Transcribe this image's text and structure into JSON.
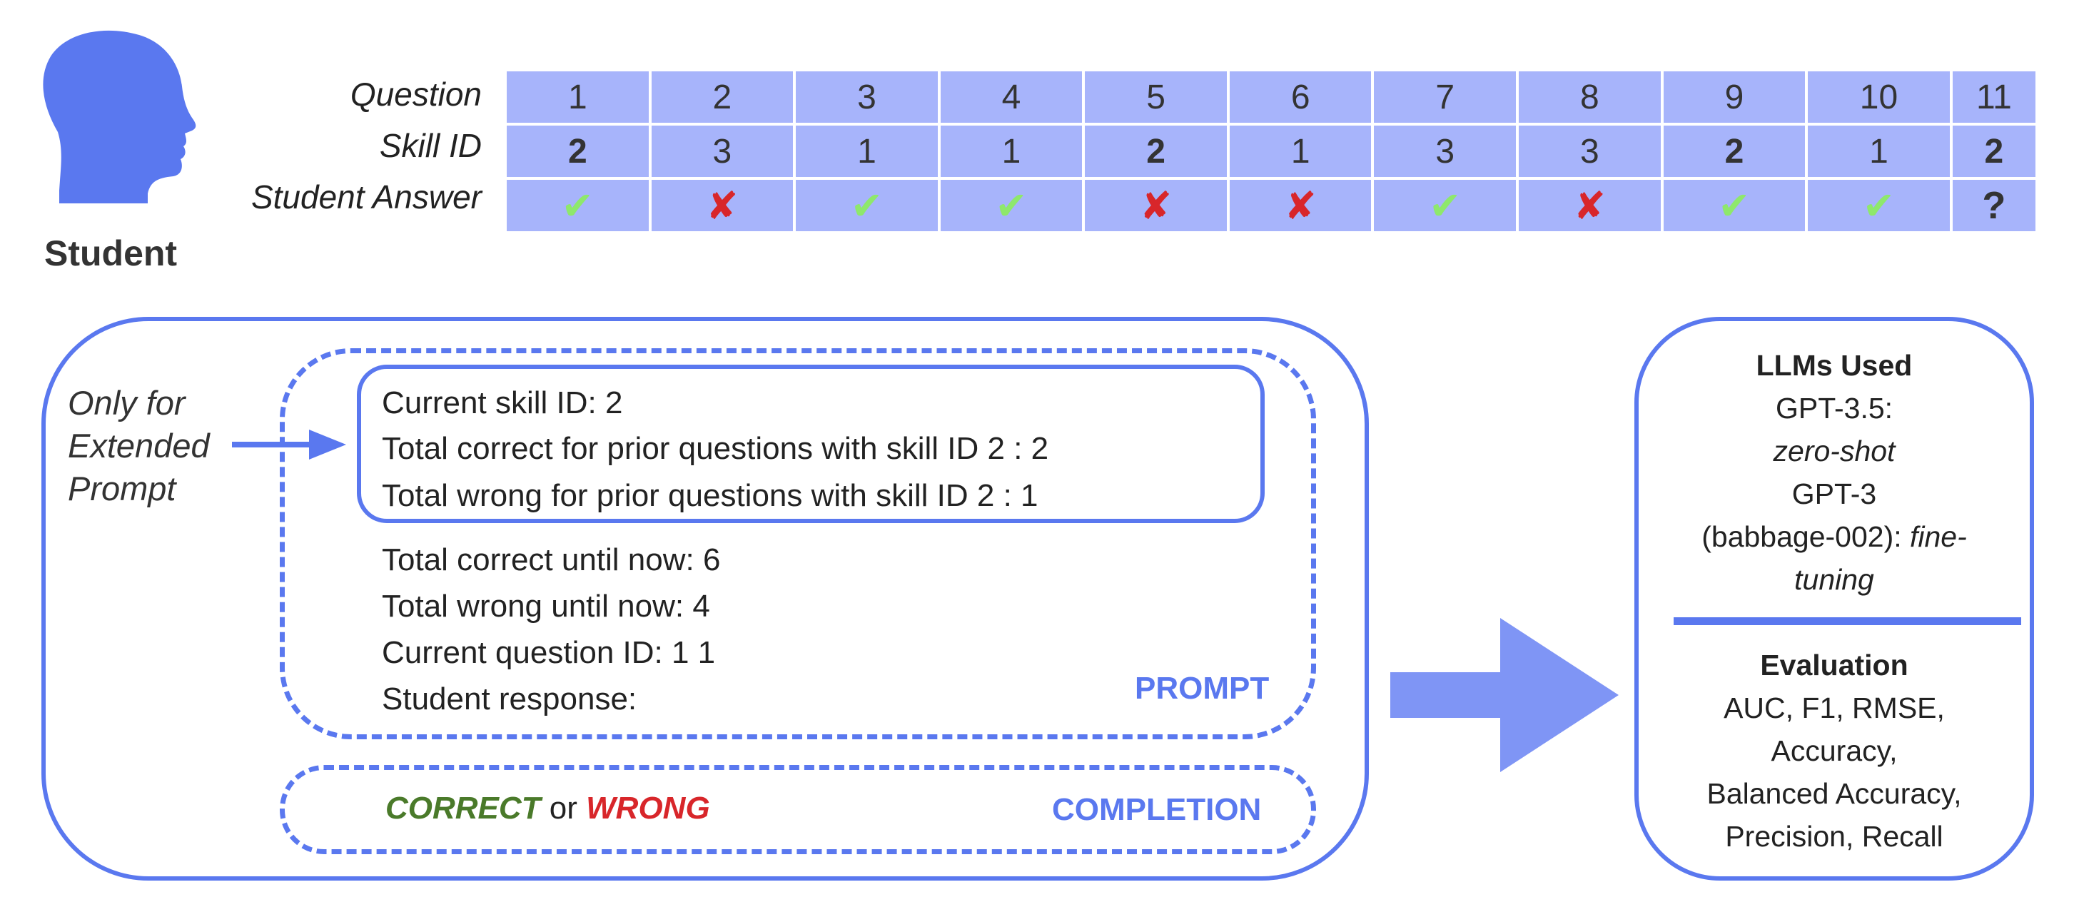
{
  "student": {
    "label": "Student"
  },
  "table": {
    "row_labels": {
      "question": "Question",
      "skill": "Skill ID",
      "answer": "Student Answer"
    },
    "questions": [
      "1",
      "2",
      "3",
      "4",
      "5",
      "6",
      "7",
      "8",
      "9",
      "10",
      "11"
    ],
    "skills": [
      "2",
      "3",
      "1",
      "1",
      "2",
      "1",
      "3",
      "3",
      "2",
      "1",
      "2"
    ],
    "answers": [
      "correct",
      "wrong",
      "correct",
      "correct",
      "wrong",
      "wrong",
      "correct",
      "wrong",
      "correct",
      "correct",
      "unknown"
    ],
    "marks": {
      "correct": "✔",
      "wrong": "✘",
      "unknown": "?"
    },
    "highlight_skill": "2"
  },
  "side_note": {
    "line1": "Only for",
    "line2": "Extended",
    "line3": "Prompt"
  },
  "prompt": {
    "extended_lines": [
      "Current skill ID: 2",
      "Total correct for prior questions with skill ID 2 : 2",
      "Total wrong for prior questions with skill ID 2 : 1"
    ],
    "lines": [
      "Total correct until now: 6",
      "Total wrong until now: 4",
      "Current question ID: 1 1",
      "Student response:"
    ],
    "label": "PROMPT"
  },
  "completion": {
    "correct": "CORRECT",
    "or": " or ",
    "wrong": "WRONG",
    "label": "COMPLETION"
  },
  "llms": {
    "heading": "LLMs Used",
    "line1": "GPT-3.5:",
    "line2": "zero-shot",
    "line3": "GPT-3",
    "line4a": "(babbage-002): ",
    "line4b": "fine-",
    "line5": "tuning"
  },
  "evaluation": {
    "heading": "Evaluation",
    "lines": [
      "AUC, F1, RMSE,",
      "Accuracy,",
      "Balanced Accuracy,",
      "Precision, Recall"
    ]
  },
  "colors": {
    "accent": "#5a78ef",
    "cell": "#a7b4fb",
    "correct_mark": "#8ee86c",
    "wrong_mark": "#d8262a",
    "correct_text": "#4a7a2a",
    "wrong_text": "#d8262a"
  }
}
